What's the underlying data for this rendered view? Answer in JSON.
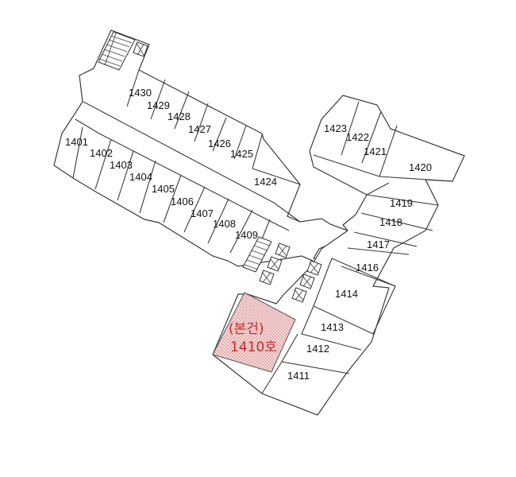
{
  "units": {
    "u1401": "1401",
    "u1402": "1402",
    "u1403": "1403",
    "u1404": "1404",
    "u1405": "1405",
    "u1406": "1406",
    "u1407": "1407",
    "u1408": "1408",
    "u1409": "1409",
    "u1411": "1411",
    "u1412": "1412",
    "u1413": "1413",
    "u1414": "1414",
    "u1416": "1416",
    "u1417": "1417",
    "u1418": "1418",
    "u1419": "1419",
    "u1420": "1420",
    "u1421": "1421",
    "u1422": "1422",
    "u1423": "1423",
    "u1424": "1424",
    "u1425": "1425",
    "u1426": "1426",
    "u1427": "1427",
    "u1428": "1428",
    "u1429": "1429",
    "u1430": "1430"
  },
  "subject": {
    "line1": "(본건)",
    "line2": "1410호",
    "color": "#c62828",
    "fill_color": "#f2b8b8"
  },
  "icons": [
    "stair-icon",
    "elevator-icon"
  ]
}
